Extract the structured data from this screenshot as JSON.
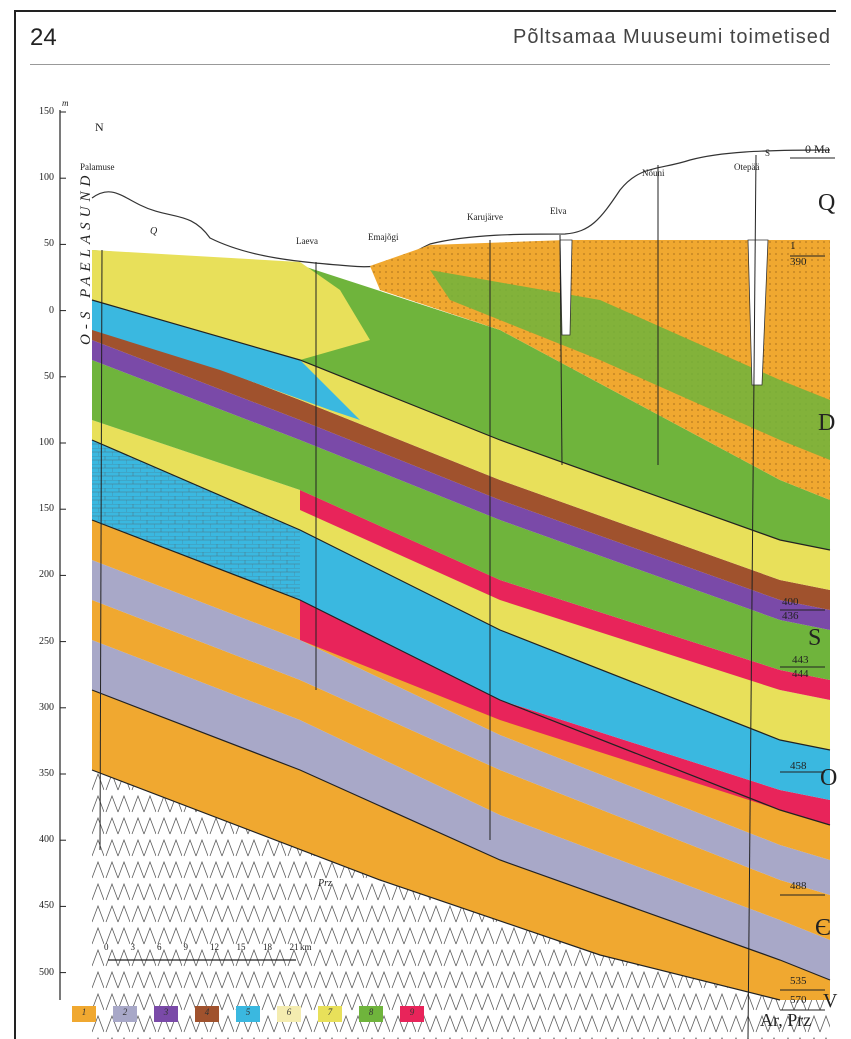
{
  "header": {
    "page_number": "24",
    "running_title": "Põltsamaa Muuseumi toimetised"
  },
  "figure": {
    "y_axis": {
      "unit": "m",
      "ticks": [
        "150",
        "100",
        "50",
        "0",
        "50",
        "100",
        "150",
        "200",
        "250",
        "300",
        "350",
        "400",
        "450",
        "500"
      ]
    },
    "direction_n": "N",
    "direction_s": "S",
    "places": {
      "palamuse": "Palamuse",
      "laeva": "Laeva",
      "emajogi": "Emajõgi",
      "karujarve": "Karujärve",
      "elva": "Elva",
      "nuuni": "Nõuni",
      "otepaa": "Otepää",
      "q_symbol": "Q"
    },
    "side_label": "O-S PAELASUND",
    "eras": {
      "q": "Q",
      "d": "D",
      "s": "S",
      "o": "O",
      "c": "Є",
      "v": "V",
      "ar_prz": "Ar, Prz"
    },
    "ages": {
      "a0": "0 Ma",
      "a1": "1",
      "a390": "390",
      "a400": "400",
      "a436": "436",
      "a443": "443",
      "a444": "444",
      "a458": "458",
      "a488": "488",
      "a535": "535",
      "a570": "570"
    },
    "scale_bar": {
      "ticks": [
        "0",
        "3",
        "6",
        "9",
        "12",
        "15",
        "18",
        "21"
      ],
      "unit": "km"
    },
    "prz_label": "Prz",
    "legend": [
      {
        "num": "1",
        "color": "#f0a830"
      },
      {
        "num": "2",
        "color": "#a8a8c8"
      },
      {
        "num": "3",
        "color": "#7a4aa8"
      },
      {
        "num": "4",
        "color": "#a0522d"
      },
      {
        "num": "5",
        "color": "#3ab8e0"
      },
      {
        "num": "6",
        "color": "#f4ecb0"
      },
      {
        "num": "7",
        "color": "#e8e05a"
      },
      {
        "num": "8",
        "color": "#6fb43c"
      },
      {
        "num": "9",
        "color": "#e8245a"
      }
    ]
  }
}
